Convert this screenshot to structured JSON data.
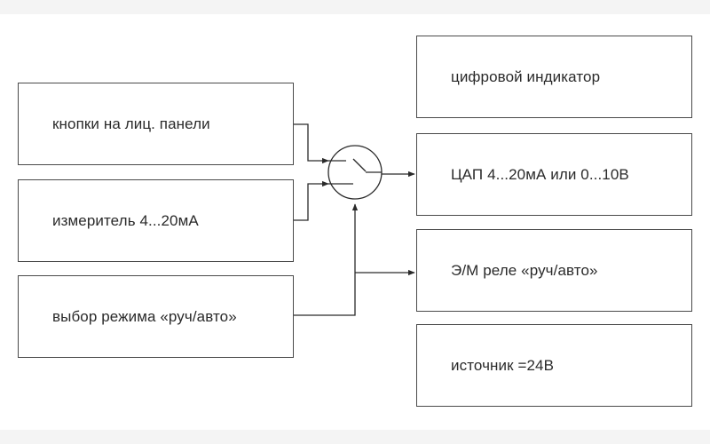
{
  "colors": {
    "line": "#2a2a2a",
    "border": "#4a4a4a",
    "background": "#ffffff",
    "band": "#f4f4f4"
  },
  "blocks": {
    "buttons": "кнопки на лиц. панели",
    "meter": "измеритель 4...20мА",
    "mode": "выбор режима «руч/авто»",
    "display": "цифровой индикатор",
    "dac": "ЦАП 4...20мА или 0...10В",
    "relay": "Э/М реле «руч/авто»",
    "source": "источник =24В"
  },
  "icons": {
    "switch": "selector-switch-icon"
  }
}
